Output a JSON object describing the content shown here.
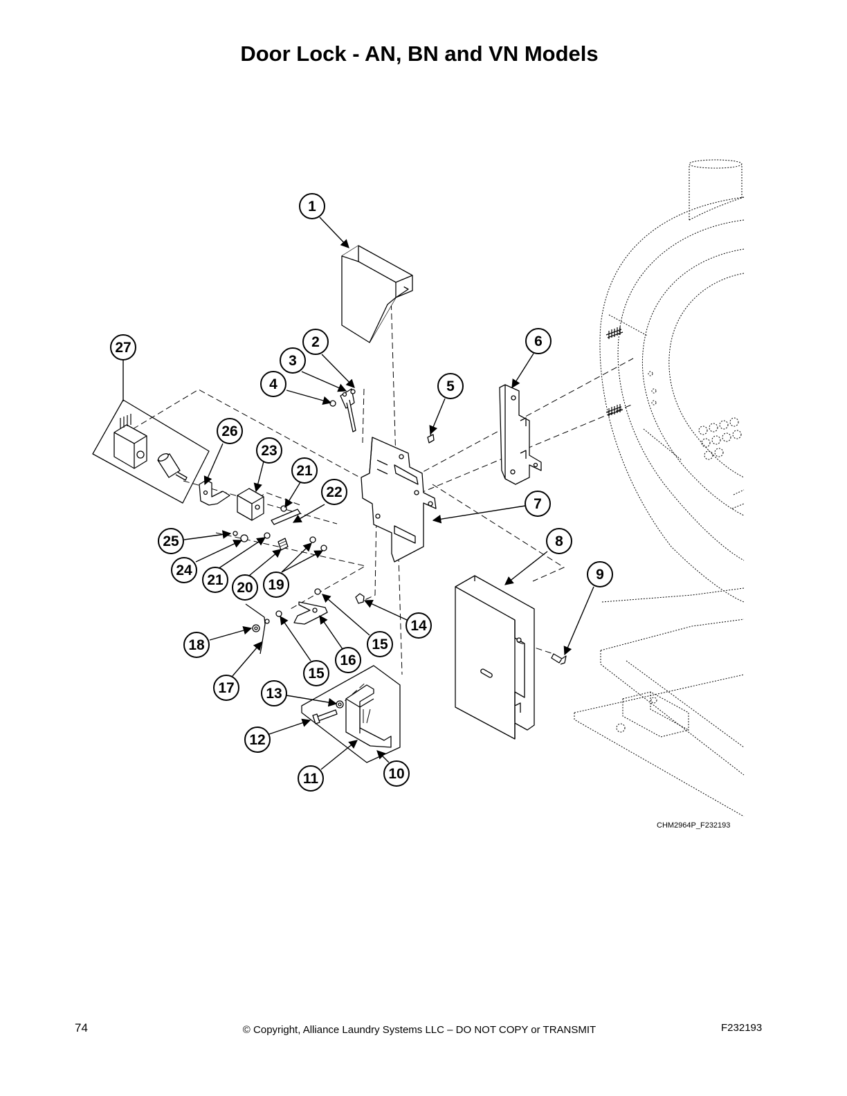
{
  "page": {
    "title": "Door Lock - AN, BN and VN Models",
    "figure_ref": "CHM2964P_F232193",
    "page_number": "74",
    "copyright": "© Copyright, Alliance Laundry Systems LLC – DO NOT COPY or TRANSMIT",
    "doc_number": "F232193"
  },
  "callouts": [
    "1",
    "2",
    "3",
    "4",
    "5",
    "6",
    "7",
    "8",
    "9",
    "10",
    "11",
    "12",
    "13",
    "14",
    "15",
    "15",
    "16",
    "17",
    "18",
    "19",
    "20",
    "21",
    "21",
    "22",
    "23",
    "24",
    "25",
    "26",
    "27"
  ]
}
